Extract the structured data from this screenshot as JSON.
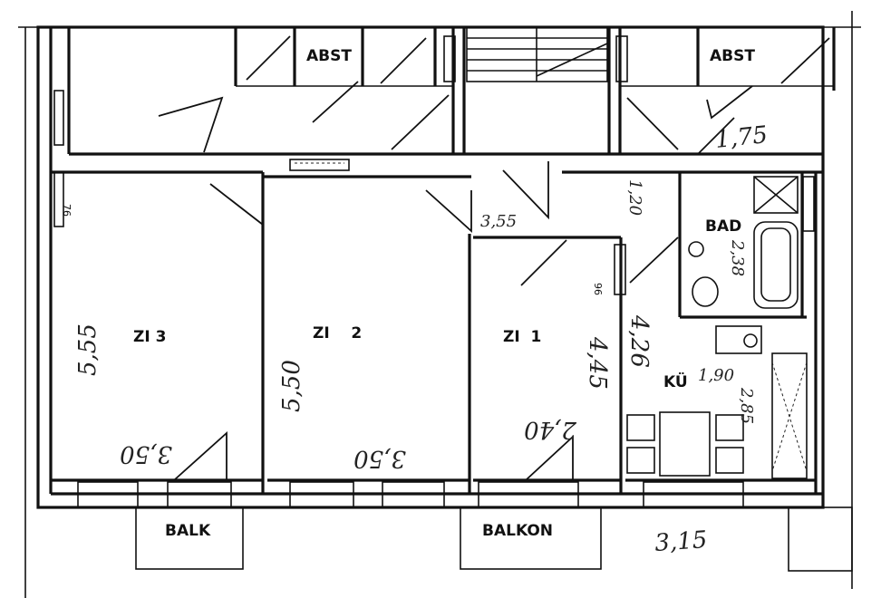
{
  "rooms": {
    "abst_left": "ABST",
    "abst_right": "ABST",
    "zi3": "ZI 3",
    "zi2": "ZI    2",
    "zi1": "ZI  1",
    "bad": "BAD",
    "kue": "KÜ",
    "balk": "BALK",
    "balkon": "BALKON"
  },
  "dimensions": {
    "d_175": "1,75",
    "d_355": "3,55",
    "d_120": "1,20",
    "d_238": "2,38",
    "d_555": "5,55",
    "d_550": "5,50",
    "d_350_left": "3,50",
    "d_350_mid": "3,50",
    "d_240": "2,40",
    "d_445": "4,45",
    "d_426": "4,26",
    "d_190": "1,90",
    "d_285": "2,85",
    "d_315": "3,15"
  },
  "marks": {
    "m76": "76",
    "m96": "96"
  }
}
